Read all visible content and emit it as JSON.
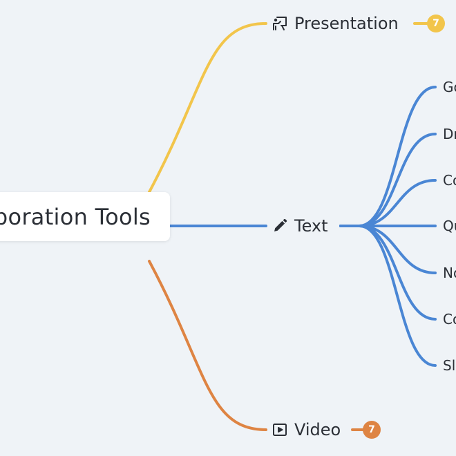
{
  "root": {
    "label": "Collaboration Tools"
  },
  "branches": {
    "presentation": {
      "label": "Presentation",
      "icon": "presentation-icon",
      "badge": "7",
      "color": "#f2c54b"
    },
    "text": {
      "label": "Text",
      "icon": "pencil-icon",
      "color": "#4a86d4"
    },
    "video": {
      "label": "Video",
      "icon": "video-play-icon",
      "badge": "7",
      "color": "#de8443"
    }
  },
  "text_children": [
    {
      "label": "Go"
    },
    {
      "label": "Dr"
    },
    {
      "label": "Co"
    },
    {
      "label": "Qu"
    },
    {
      "label": "No"
    },
    {
      "label": "Co"
    },
    {
      "label": "Sl"
    }
  ]
}
